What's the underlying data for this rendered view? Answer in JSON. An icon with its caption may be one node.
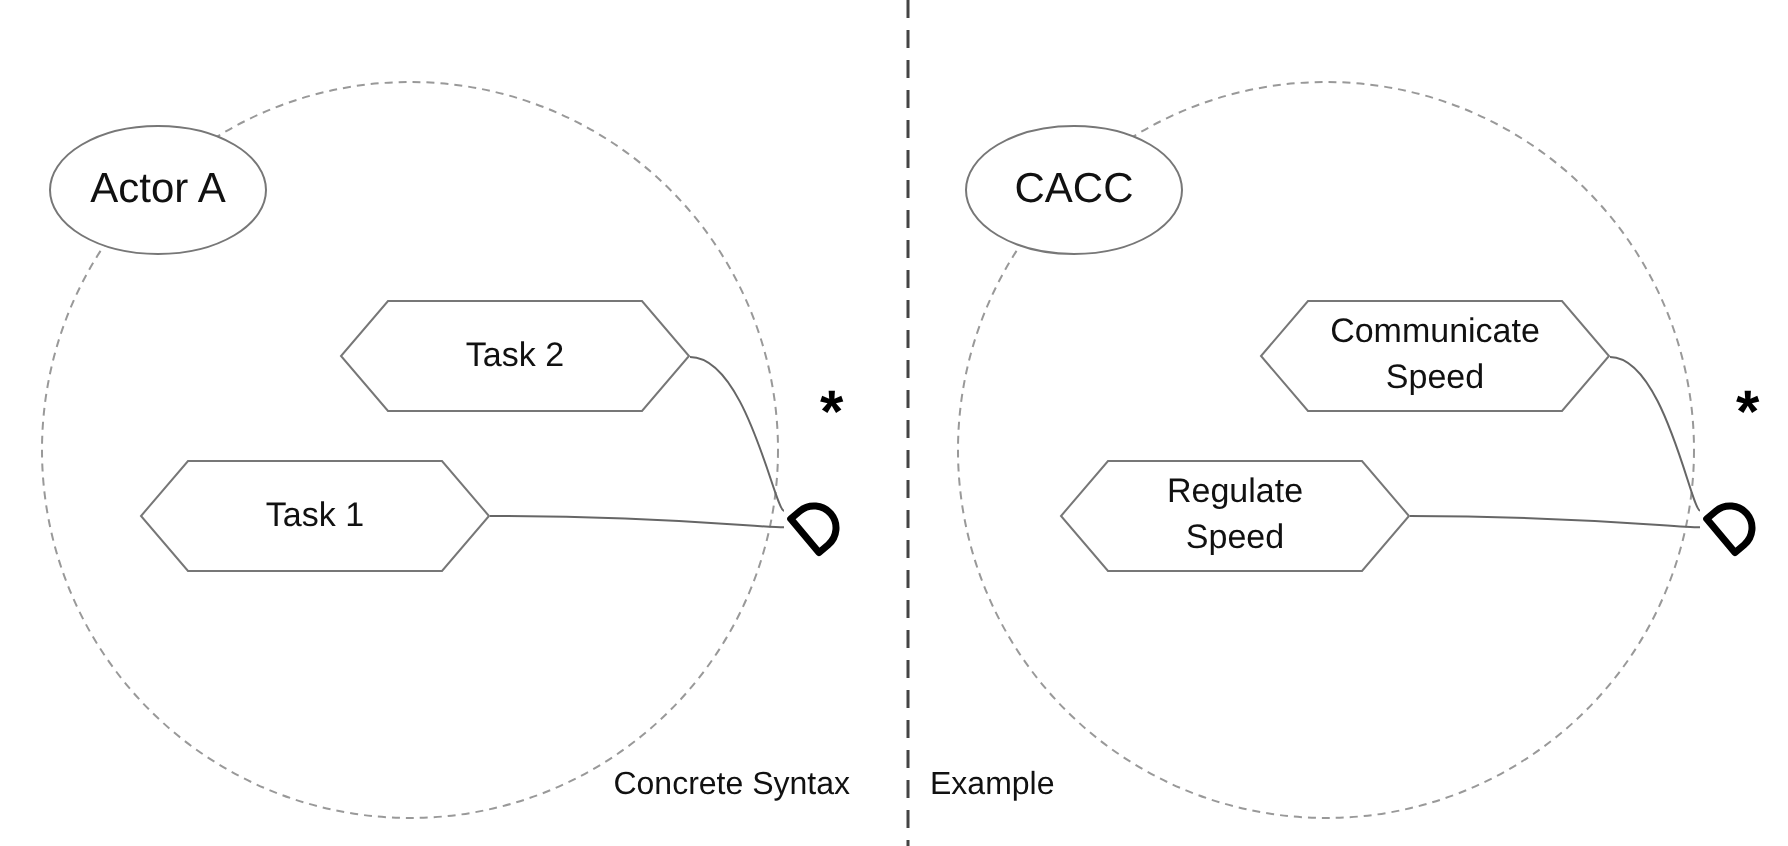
{
  "diagram": {
    "nodes": [
      {
        "text": [],
        "shape": "circle"
      },
      {
        "text": [
          "Actor A"
        ],
        "in": 0
      },
      {
        "text": [
          "Task 2"
        ],
        "in": 0
      },
      {
        "text": [
          "Task 1"
        ],
        "in": 0
      },
      {
        "text": [],
        "shape": "semicircle",
        "beside": [
          "*"
        ]
      },
      {
        "text": [],
        "shape": "circle"
      },
      {
        "text": [
          "CACC"
        ],
        "in": 5
      },
      {
        "text": [
          "Communicate Speed"
        ],
        "in": 5
      },
      {
        "text": [
          "Regulate Speed"
        ],
        "in": 5
      },
      {
        "text": [],
        "shape": "semicircle",
        "beside": [
          "*"
        ]
      }
    ],
    "edges": [
      {
        "from": 2,
        "to": 4,
        "arrow": "none"
      },
      {
        "from": 3,
        "to": 4,
        "arrow": "none"
      },
      {
        "from": 7,
        "to": 9,
        "arrow": "none"
      },
      {
        "from": 8,
        "to": 9,
        "arrow": "none"
      }
    ],
    "labels": [
      "Concrete Syntax",
      "Example"
    ]
  }
}
